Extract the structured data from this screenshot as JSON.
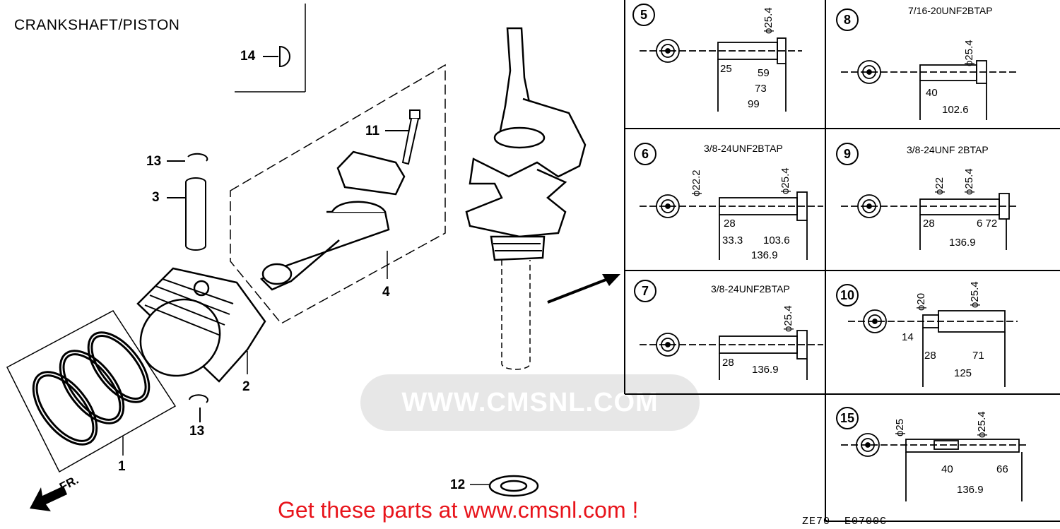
{
  "title": "CRANKSHAFT/PISTON",
  "callouts": {
    "c14": "14",
    "c13a": "13",
    "c3": "3",
    "c11": "11",
    "c4": "4",
    "c2": "2",
    "c13b": "13",
    "c1": "1",
    "c12": "12"
  },
  "direction_label": "FR.",
  "watermark": "WWW.CMSNL.COM",
  "variants": {
    "v5": {
      "id": "5",
      "dims": [
        "ϕ25.4",
        "25",
        "59",
        "73",
        "99"
      ]
    },
    "v8": {
      "id": "8",
      "thread": "7/16-20UNF2BTAP",
      "dims": [
        "ϕ25.4",
        "40",
        "102.6"
      ]
    },
    "v6": {
      "id": "6",
      "thread": "3/8-24UNF2BTAP",
      "dims": [
        "ϕ22.2",
        "ϕ25.4",
        "28",
        "33.3",
        "103.6",
        "136.9"
      ]
    },
    "v9": {
      "id": "9",
      "thread": "3/8-24UNF 2BTAP",
      "dims": [
        "ϕ22",
        "ϕ25.4",
        "28",
        "6 72",
        "136.9"
      ]
    },
    "v7": {
      "id": "7",
      "thread": "3/8-24UNF2BTAP",
      "dims": [
        "ϕ25.4",
        "28",
        "136.9"
      ]
    },
    "v10": {
      "id": "10",
      "dims": [
        "ϕ20",
        "ϕ25.4",
        "14",
        "28",
        "71",
        "125"
      ]
    },
    "v15": {
      "id": "15",
      "dims": [
        "ϕ25",
        "ϕ25.4",
        "40",
        "66",
        "136.9"
      ]
    }
  },
  "banner": "Get these parts at www.cmsnl.com !",
  "diagram_code": "ZE70 -E0700C",
  "colors": {
    "banner": "#e8141b",
    "ink": "#000000",
    "watermark": "#e7e7e7"
  }
}
